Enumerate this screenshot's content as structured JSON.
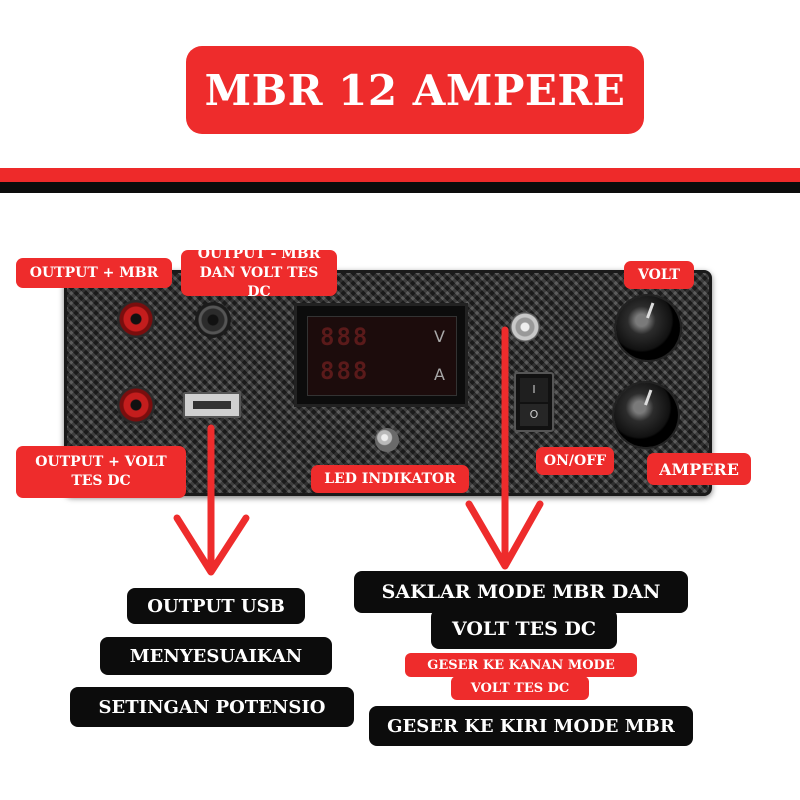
{
  "title": "MBR 12 AMPERE",
  "labels": {
    "output_plus_mbr": "OUTPUT  + MBR",
    "output_minus_mbr_line1": "OUTPUT - MBR",
    "output_minus_mbr_line2": "DAN VOLT TES DC",
    "volt": "VOLT",
    "output_plus_volt_line1": "OUTPUT + VOLT",
    "output_plus_volt_line2": "TES DC",
    "led_indikator": "LED INDIKATOR",
    "on_off": "ON/OFF",
    "ampere": "AMPERE"
  },
  "usb_notes": [
    "OUTPUT USB",
    "MENYESUAIKAN",
    "SETINGAN POTENSIO"
  ],
  "switch_notes": {
    "heading_line1": "SAKLAR MODE MBR DAN",
    "heading_line2": "VOLT TES DC",
    "right_line1": "GESER KE KANAN MODE",
    "right_line2": "VOLT TES DC",
    "left": "GESER KE KIRI MODE MBR"
  },
  "display": {
    "top_reading": "888",
    "bottom_reading": "888",
    "top_unit": "V",
    "bottom_unit": "A"
  },
  "rocker": {
    "top": "I",
    "bottom": "O"
  },
  "colors": {
    "accent_red": "#ee2c2c",
    "label_black": "#0c0c0c"
  }
}
